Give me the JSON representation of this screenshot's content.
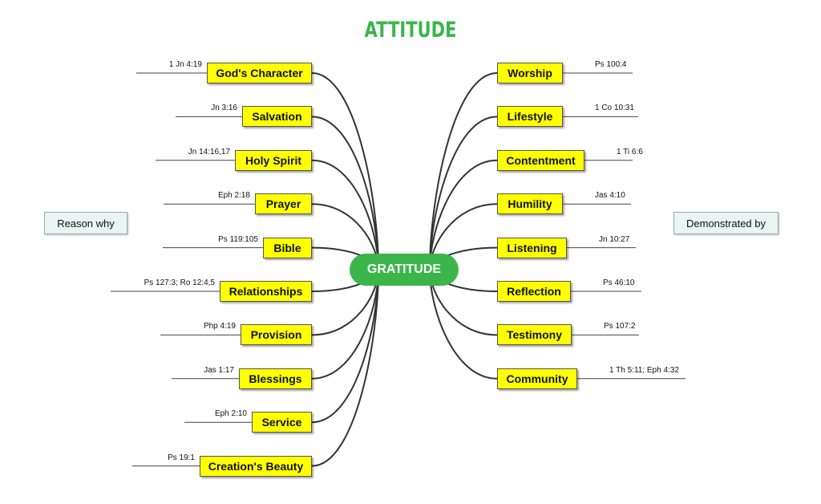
{
  "title": "ATTITUDE",
  "center": "GRATITUDE",
  "colors": {
    "accent": "#3bb54a",
    "node_fill": "#ffff00",
    "line": "#333333"
  },
  "left_label": "Reason why",
  "right_label": "Demonstrated by",
  "left_nodes": [
    {
      "label": "God's Character",
      "ref": "1 Jn 4:19"
    },
    {
      "label": "Salvation",
      "ref": "Jn 3:16"
    },
    {
      "label": "Holy Spirit",
      "ref": "Jn 14:16,17"
    },
    {
      "label": "Prayer",
      "ref": "Eph 2:18"
    },
    {
      "label": "Bible",
      "ref": "Ps 119:105"
    },
    {
      "label": "Relationships",
      "ref": "Ps 127:3; Ro 12:4,5"
    },
    {
      "label": "Provision",
      "ref": "Php 4:19"
    },
    {
      "label": "Blessings",
      "ref": "Jas 1:17"
    },
    {
      "label": "Service",
      "ref": "Eph 2:10"
    },
    {
      "label": "Creation's Beauty",
      "ref": "Ps 19:1"
    }
  ],
  "right_nodes": [
    {
      "label": "Worship",
      "ref": "Ps 100:4"
    },
    {
      "label": "Lifestyle",
      "ref": "1 Co 10:31"
    },
    {
      "label": "Contentment",
      "ref": "1 Ti 6:6"
    },
    {
      "label": "Humility",
      "ref": "Jas 4:10"
    },
    {
      "label": "Listening",
      "ref": "Jn 10:27"
    },
    {
      "label": "Reflection",
      "ref": "Ps 46:10"
    },
    {
      "label": "Testimony",
      "ref": "Ps 107:2"
    },
    {
      "label": "Community",
      "ref": "1 Th 5:11; Eph 4:32"
    }
  ]
}
